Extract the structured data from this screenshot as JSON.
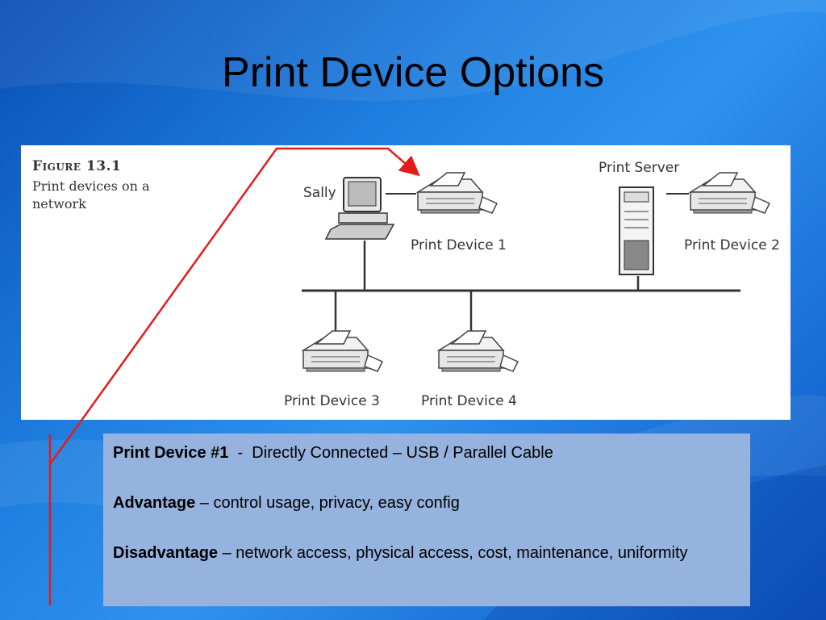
{
  "slide": {
    "title": "Print Device Options"
  },
  "figure": {
    "number": "Figure 13.1",
    "caption": "Print devices on a network",
    "nodes": {
      "computer": "Sally",
      "server": "Print Server",
      "printer1": "Print Device 1",
      "printer2": "Print Device 2",
      "printer3": "Print Device 3",
      "printer4": "Print Device 4"
    }
  },
  "info": {
    "line1_bold": "Print Device #1",
    "line1_text": "  -  Directly Connected – USB / Parallel Cable",
    "advantage_label": "Advantage",
    "advantage_text": " – control usage, privacy, easy config",
    "disadvantage_label": "Disadvantage",
    "disadvantage_text": " – network access, physical access, cost, maintenance, uniformity"
  },
  "colors": {
    "annotation": "#e41b1b",
    "info_box": "#95b3de"
  }
}
